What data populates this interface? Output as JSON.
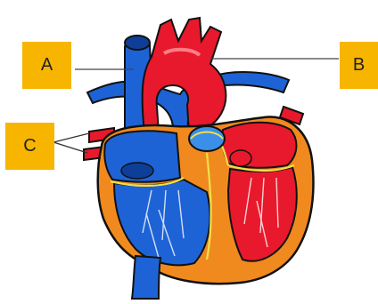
{
  "labels": {
    "a": "A",
    "b": "B",
    "c": "C"
  },
  "colors": {
    "label_box": "#f7b500",
    "oxygen_poor_blue": "#1e63d6",
    "oxygen_rich_red": "#e8192c",
    "muscle_orange": "#f08a1e",
    "outline": "#111111",
    "valve_yellow": "#f1e04a",
    "pointer_line": "#444444"
  },
  "icons": [
    "heart-illustration"
  ]
}
